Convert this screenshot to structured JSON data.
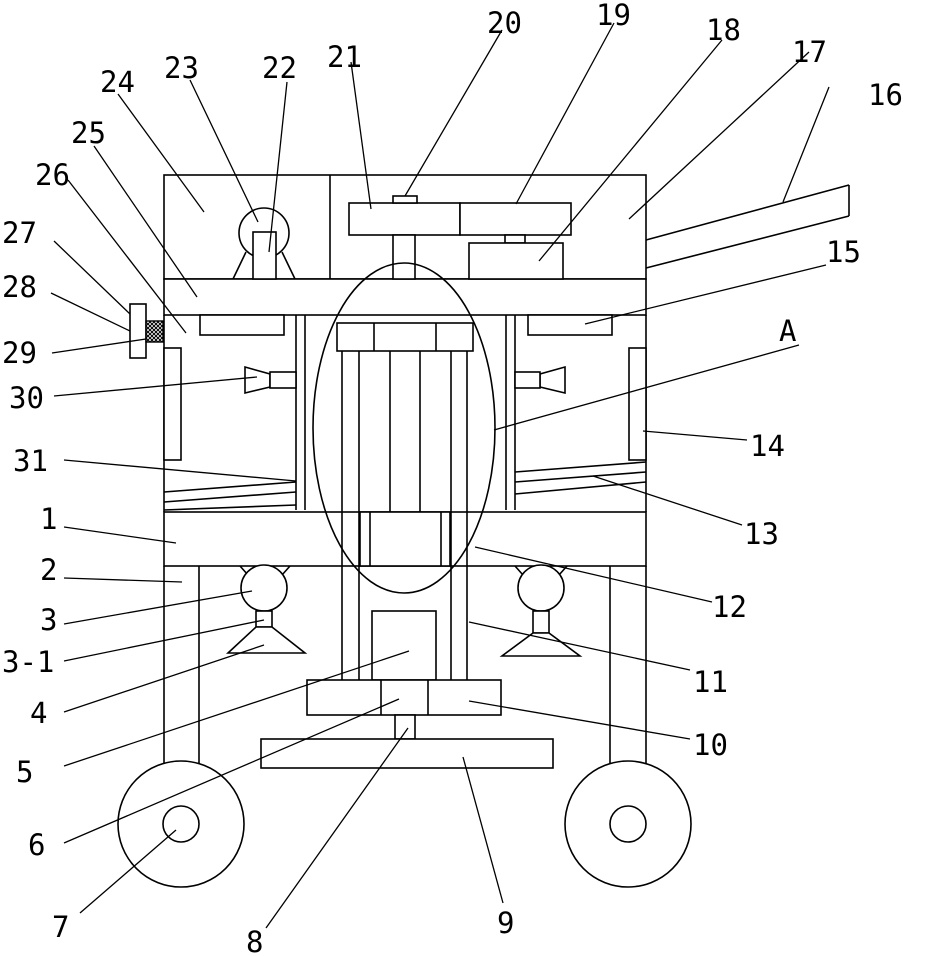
{
  "labels": {
    "l1": "1",
    "l2": "2",
    "l3": "3",
    "l3_1": "3-1",
    "l4": "4",
    "l5": "5",
    "l6": "6",
    "l7": "7",
    "l8": "8",
    "l9": "9",
    "l10": "10",
    "l11": "11",
    "l12": "12",
    "l13": "13",
    "l14": "14",
    "l15": "15",
    "l16": "16",
    "l17": "17",
    "l18": "18",
    "l19": "19",
    "l20": "20",
    "l21": "21",
    "l22": "22",
    "l23": "23",
    "l24": "24",
    "l25": "25",
    "l26": "26",
    "l27": "27",
    "l28": "28",
    "l29": "29",
    "l30": "30",
    "l31": "31",
    "lA": "A"
  },
  "colors": {
    "line": "#000000",
    "background": "#ffffff"
  }
}
